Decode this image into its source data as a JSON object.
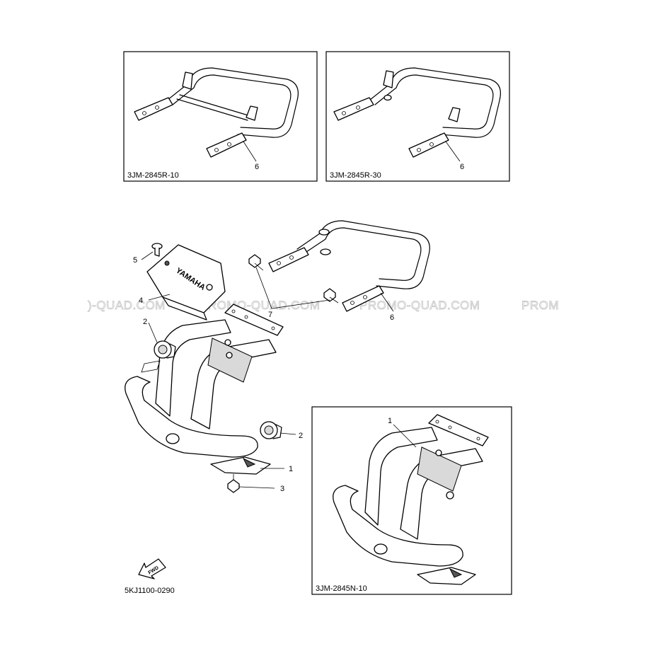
{
  "boxes": {
    "top_left_code": "3JM-2845R-10",
    "top_right_code": "3JM-2845R-30",
    "bottom_right_code": "3JM-2845N-10"
  },
  "diagram_code": "5KJ1100-0290",
  "callouts": {
    "one": "1",
    "two": "2",
    "three": "3",
    "four": "4",
    "five": "5",
    "six": "6",
    "seven": "7"
  },
  "logo": {
    "brand": "YAMAHA",
    "arrow": "FWD"
  },
  "watermark": {
    "left_fragment": ")-QUAD.COM",
    "middle": "PROMO-QUAD.COM",
    "right": "PROMO-QUAD.COM",
    "right_fragment": "PROM"
  },
  "colors": {
    "line": "#000000",
    "watermark": "#c8c8c8",
    "background": "#ffffff"
  }
}
